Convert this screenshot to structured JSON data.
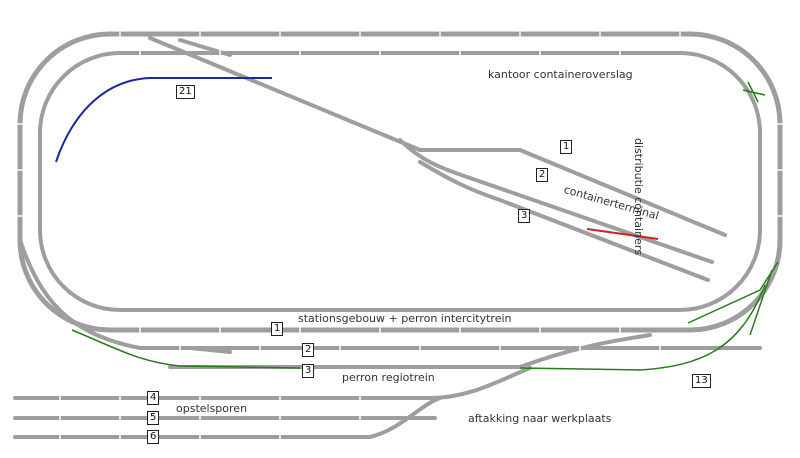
{
  "labels": {
    "kantoor": "kantoor containeroverslag",
    "distributie": "distributie containers",
    "containerterminal": "containerterminal",
    "stationsgebouw": "stationsgebouw + perron intercitytrein",
    "perron_regio": "perron regiotrein",
    "opstelsporen": "opstelsporen",
    "aftakking": "aftakking naar werkplaats"
  },
  "track_numbers": {
    "t21": "21",
    "t1_terminal": "1",
    "t2_terminal": "2",
    "t3_terminal": "3",
    "t1_station": "1",
    "t2_station": "2",
    "t3_station": "3",
    "t4": "4",
    "t5": "5",
    "t6": "6",
    "t13": "13"
  },
  "colors": {
    "track": "#9e9e9e",
    "sleeper": "#ffffff",
    "branch_blue": "#1a2a9a",
    "siding_green": "#2a7a1e",
    "buffer_red": "#cc2020"
  }
}
